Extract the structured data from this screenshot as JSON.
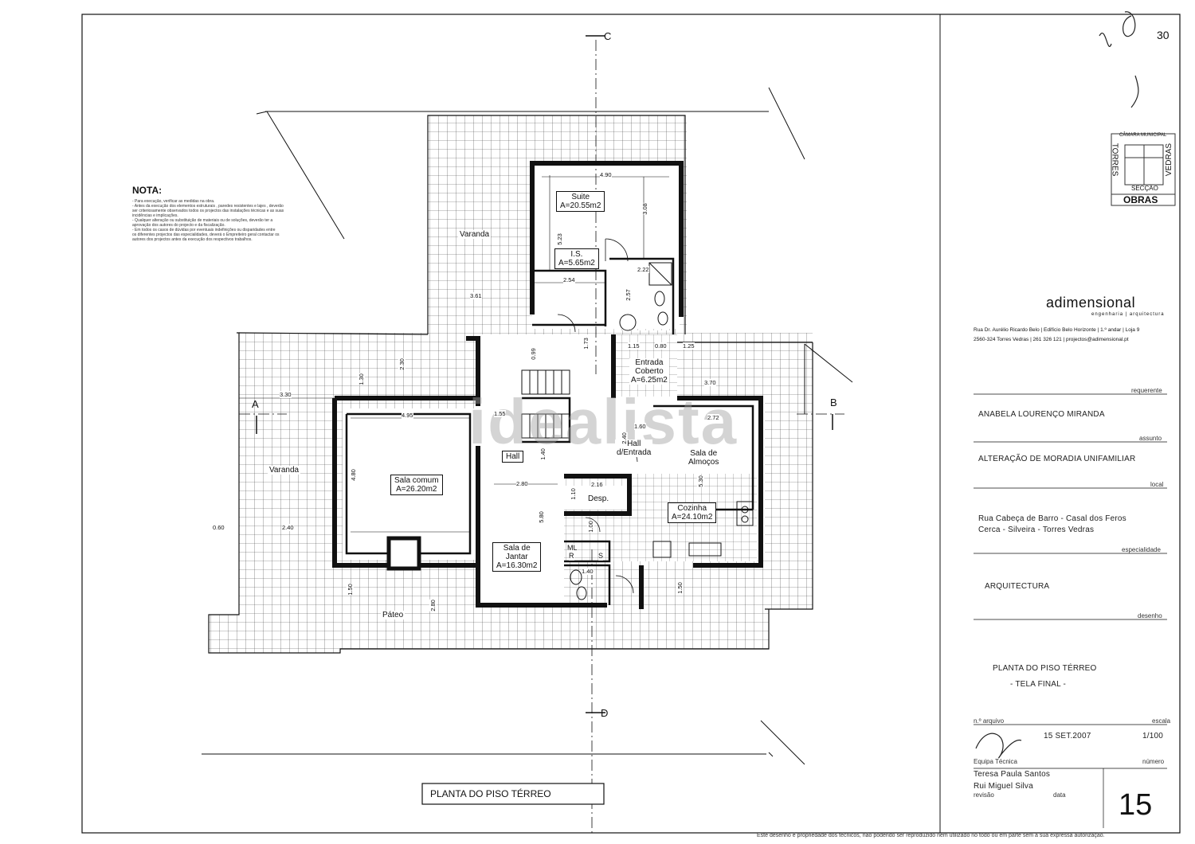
{
  "page": {
    "sheet_corner_number": "30"
  },
  "notes": {
    "title": "NOTA:",
    "lines": [
      "- Para execução, verificar as medidas na obra.",
      "- Antes da execução dos elementos estruturais , paredes resistentes e lajes , deverão",
      "ser criteriosamente observados todos os projectos das instalações técnicas e as suas",
      "incidências e implicações.",
      "- Qualquer alteração ou substituição de materiais ou de soluções, deverão ter a",
      "aprovação dos autores do projecto e da fiscalização.",
      "- Em todos os casos de dúvidas por eventuais indefinições ou disparidades entre",
      "os diferentes projectos das especialidades, deverá o Empreiteiro geral contactar os",
      "autores dos projectos antes da execução dos respectivos trabalhos."
    ]
  },
  "stamp": {
    "top": "CÂMARA MUNICIPAL",
    "left": "TORRES",
    "right": "VEDRAS",
    "bottom1": "SECÇÃO",
    "bottom2": "OBRAS"
  },
  "company": {
    "name": "adimensional",
    "tagline": "engenharia | arquitectura",
    "address1": "Rua Dr. Aurélio Ricardo Belo | Edifício Belo Horizonte | 1.º andar | Loja 9",
    "address2": "2560-324 Torres Vedras | 261 326 121 | projectos@adimensional.pt"
  },
  "title_block": {
    "requerente_label": "requerente",
    "requerente": "ANABELA LOURENÇO MIRANDA",
    "assunto_label": "assunto",
    "assunto": "ALTERAÇÃO DE MORADIA UNIFAMILIAR",
    "local_label": "local",
    "local1": "Rua  Cabeça de Barro - Casal dos Feros",
    "local2": "Cerca - Silveira - Torres Vedras",
    "especialidade_label": "especialidade",
    "especialidade": "ARQUITECTURA",
    "desenho_label": "desenho",
    "desenho1": "PLANTA DO PISO TÉRREO",
    "desenho2": "- TELA FINAL -",
    "arquivo_label": "n.º arquivo",
    "escala_label": "escala",
    "date": "15 SET.2007",
    "escala": "1/100",
    "equipa_label": "Equipa Técnica",
    "numero_label": "número",
    "member1": "Teresa Paula Santos",
    "member2": "Rui Miguel Silva",
    "revisao_label": "revisão",
    "data_label": "data",
    "sheet_number": "15"
  },
  "footer": "Este desenho é propriedade dos técnicos, não podendo ser reproduzido nem utilizado no todo ou em parte sem a sua expressa autorização.",
  "plan": {
    "caption": "PLANTA DO PISO TÉRREO",
    "watermark": "idealista",
    "axes": {
      "C": "C",
      "D": "D",
      "A": "A",
      "B": "B"
    },
    "rooms": {
      "suite": "Suite",
      "suite_area": "A=20.55m2",
      "is": "I.S.",
      "is_area": "A=5.65m2",
      "varanda_top": "Varanda",
      "entrada": "Entrada",
      "coberto": "Coberto",
      "entrada_area": "A=6.25m2",
      "hall": "Hall",
      "hall_entrada1": "Hall",
      "hall_entrada2": "d/Entrada",
      "sala_almocos1": "Sala  de",
      "sala_almocos2": "Almoços",
      "sala_comum": "Sala comum",
      "sala_comum_area": "A=26.20m2",
      "varanda_left": "Varanda",
      "desp": "Desp.",
      "cozinha": "Cozinha",
      "cozinha_area": "A=24.10m2",
      "sala_jantar1": "Sala  de",
      "sala_jantar2": "Jantar",
      "sala_jantar_area": "A=16.30m2",
      "mlr": "ML",
      "r": "R",
      "s": "S",
      "pateo": "Páteo"
    },
    "dims": {
      "d490": "4.90",
      "d308": "3.08",
      "d523": "5.23",
      "d254": "2.54",
      "d222": "2.22",
      "d257": "2.57",
      "d361": "3.61",
      "d099": "0.99",
      "d173": "1.73",
      "d115": "1.15",
      "d080": "0.80",
      "d125": "1.25",
      "d370": "3.70",
      "d130": "1.30",
      "d230": "2.30",
      "d330": "3.30",
      "d495": "4.95",
      "d155": "1.55",
      "d160": "1.60",
      "d272": "2.72",
      "d240": "2.40",
      "d480": "4.80",
      "d140": "1.40",
      "d280": "2.80",
      "d216": "2.16",
      "d110": "1.10",
      "d530": "5.30",
      "d580": "5.80",
      "d100": "1.00",
      "d060": "0.60",
      "d2402": "2.40",
      "d150a": "1.50",
      "d1402": "1.40",
      "d150b": "1.50",
      "d280b": "2.80"
    }
  },
  "colors": {
    "ink": "#111111",
    "grid": "#333333",
    "paper": "#ffffff"
  }
}
